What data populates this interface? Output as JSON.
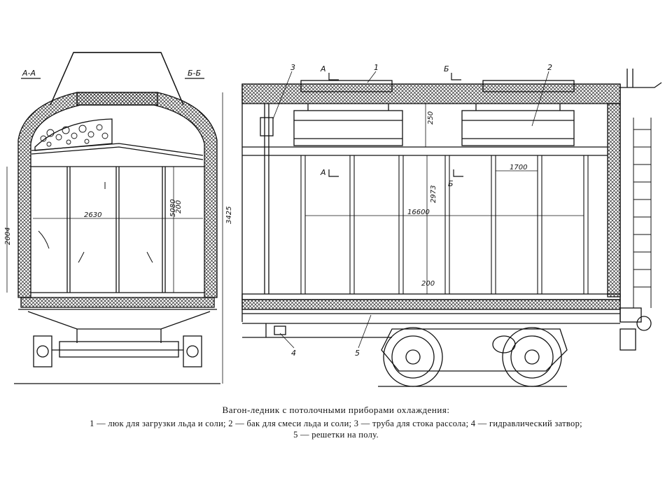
{
  "section_labels": {
    "aa": "А-А",
    "bb": "Б-Б"
  },
  "cross_section_dims": {
    "width": "2630",
    "height": "2004",
    "inner_height": "5080",
    "overall": "3425",
    "small": "200"
  },
  "side_view_dims": {
    "length": "16600",
    "height": "2973",
    "top": "250",
    "bottom": "200",
    "panel": "1700"
  },
  "cut_marks": {
    "a_top": "А",
    "b_top": "Б",
    "a_mid": "А",
    "b_mid": "Б"
  },
  "part_numbers": {
    "n1": "1",
    "n2": "2",
    "n3": "3",
    "n4": "4",
    "n5": "5"
  },
  "caption": {
    "title": "Вагон-ледник  с потолочными приборами охлаждения:",
    "legend_line1": "1 — люк для загрузки  льда  и соли; 2 — бак  для  смеси  льда и соли; 3 — труба для стока рассола; 4 — гидравлический затвор;",
    "legend_line2": "5 — решетки на полу."
  }
}
